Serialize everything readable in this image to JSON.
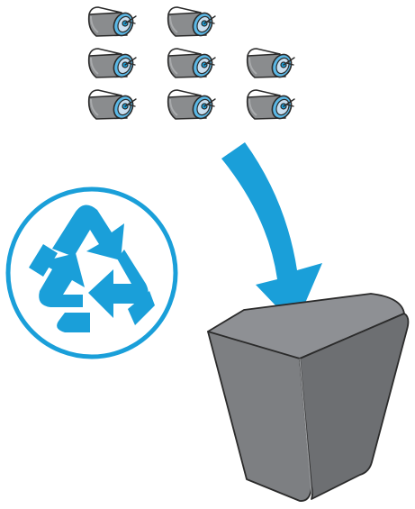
{
  "illustration": {
    "rollers": {
      "rows": [
        {
          "count": 2
        },
        {
          "count": 3
        },
        {
          "count": 3
        }
      ],
      "icon": "pickup-roller-icon"
    },
    "arrow": {
      "icon": "down-arrow-icon",
      "color": "#1a9fd9"
    },
    "recycle_symbol": {
      "icon": "recycle-icon",
      "color": "#1a9fd9"
    },
    "waste_bin": {
      "icon": "trash-bin-icon",
      "color": "#7d7f82"
    }
  },
  "colors": {
    "accent": "#1a9fd9",
    "roller_body": "#8a8c8e",
    "roller_end": "#c9dff0",
    "bin_front": "#7d7f82",
    "bin_side": "#6d6f72",
    "bin_top": "#8e9094",
    "outline": "#2b2b2b"
  }
}
